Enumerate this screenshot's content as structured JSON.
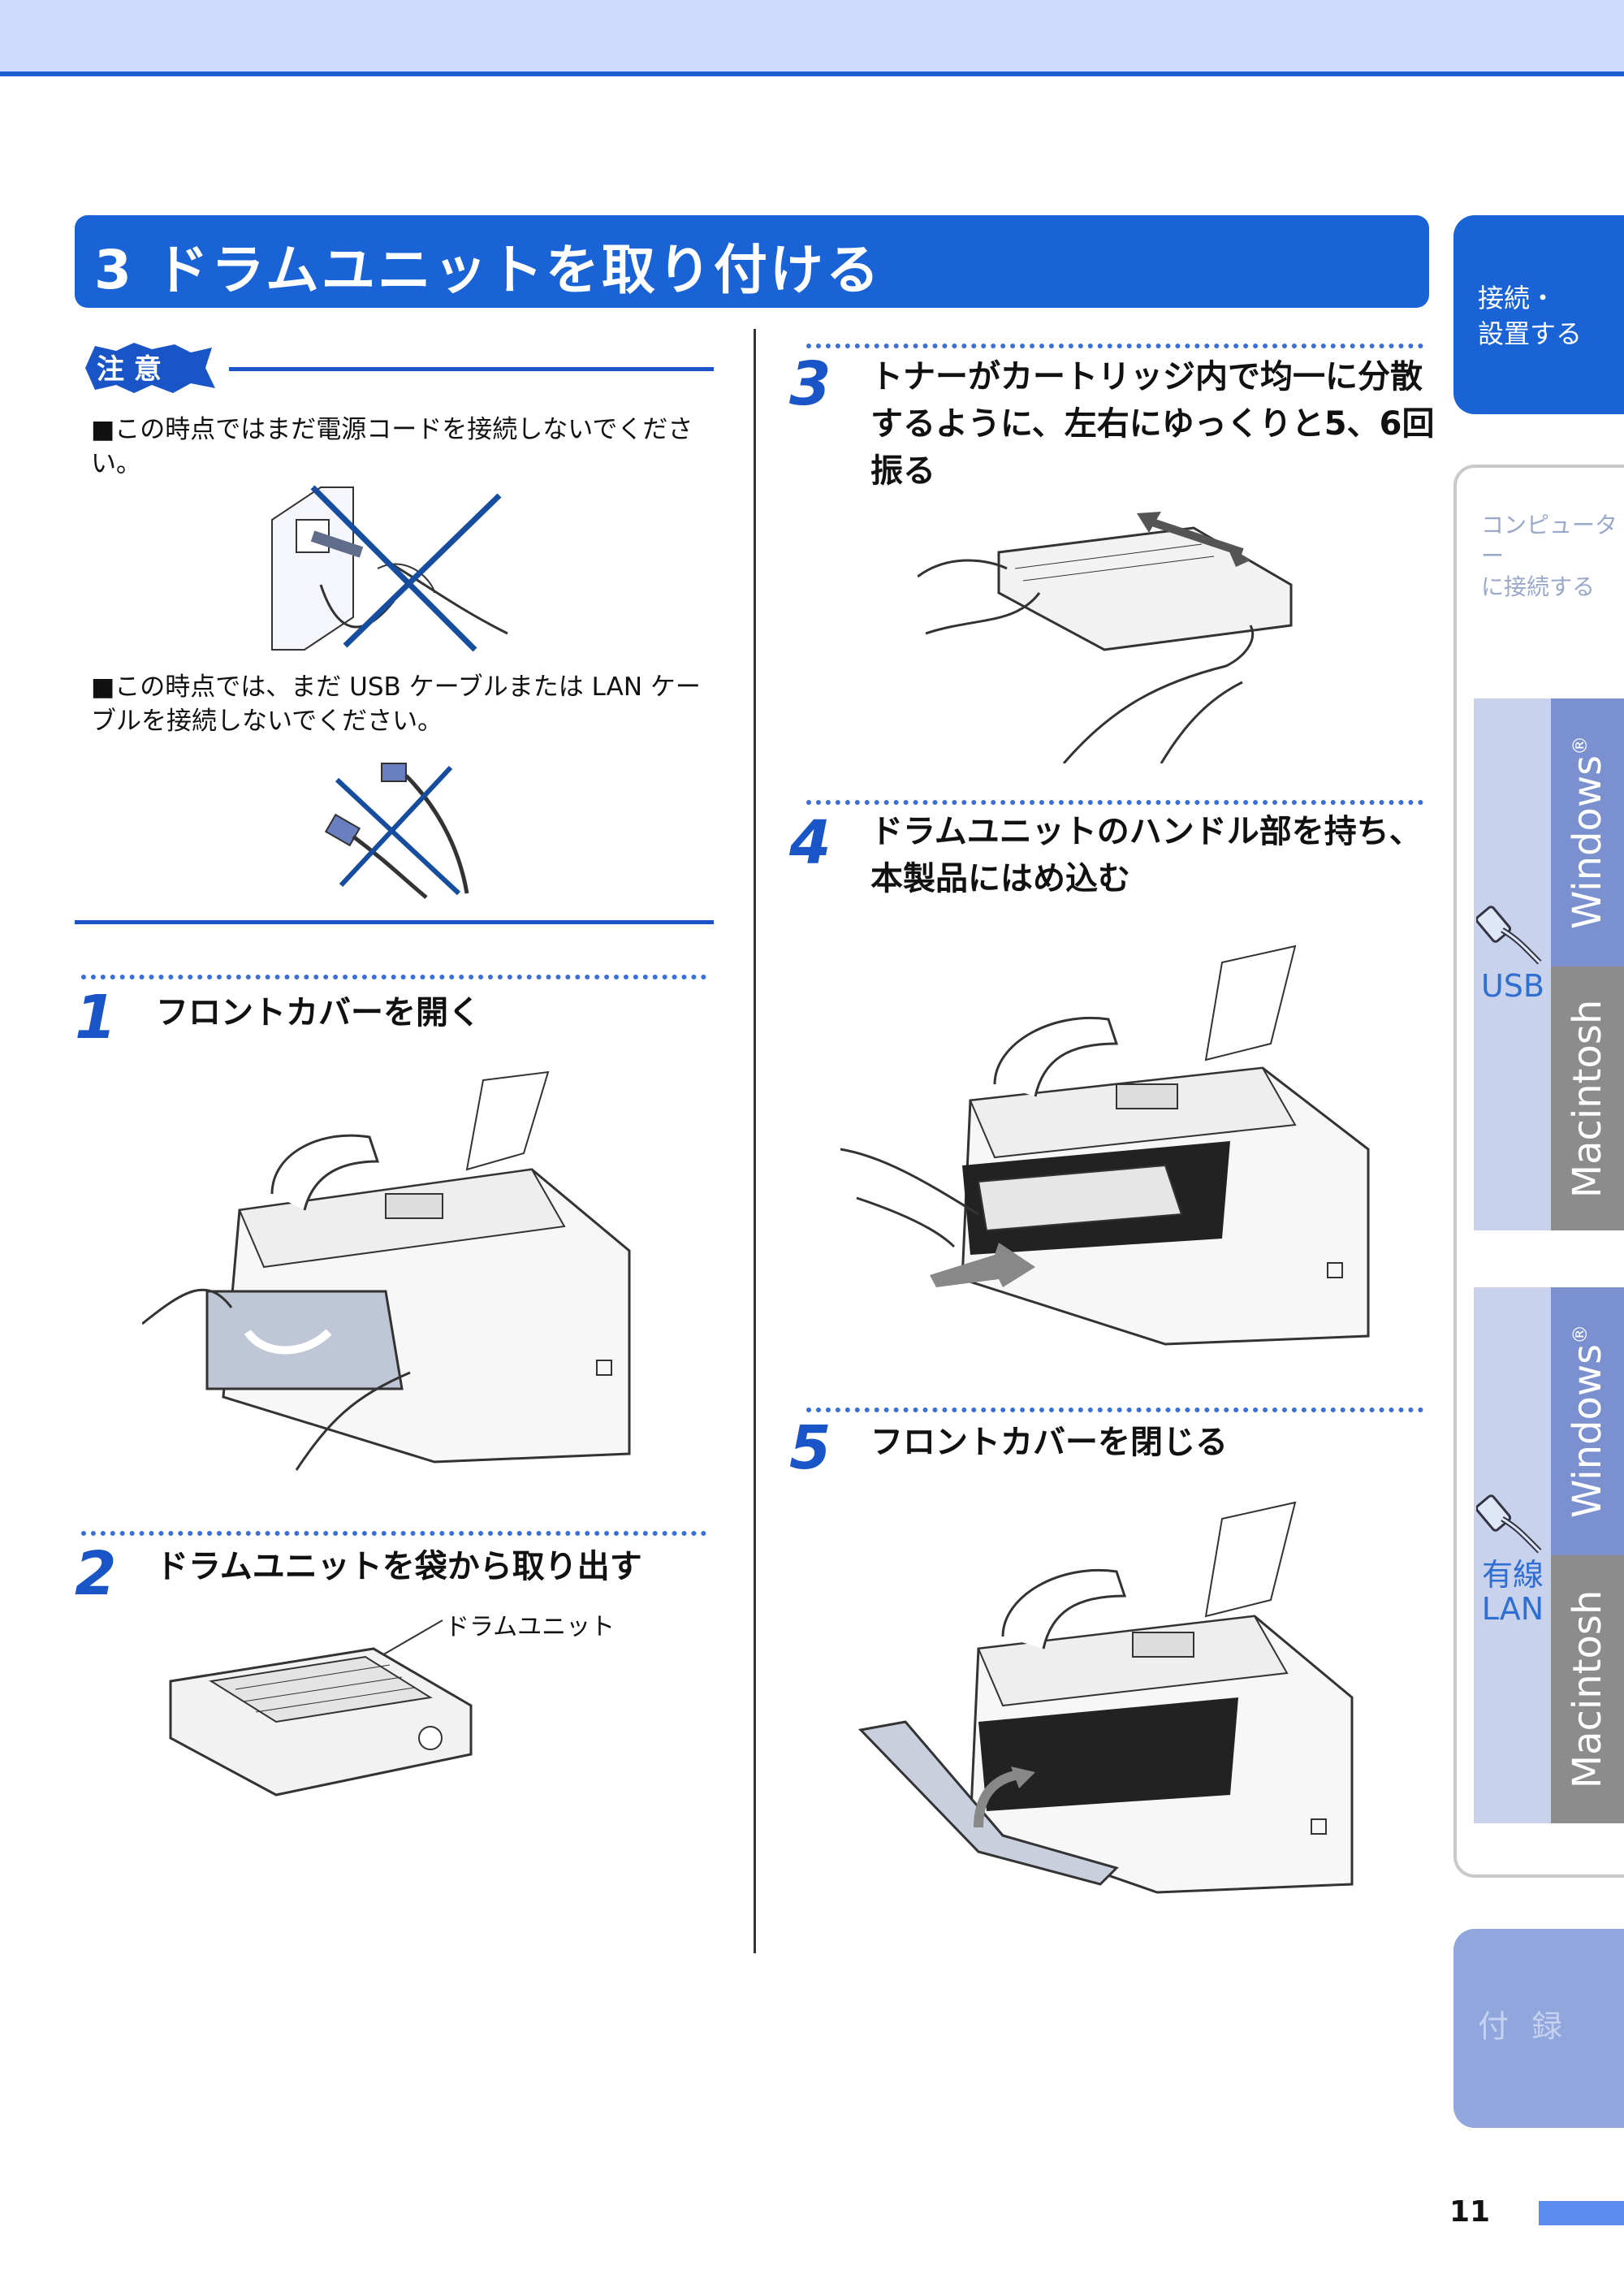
{
  "header": {
    "section_title": "3 ドラムユニットを取り付ける"
  },
  "side_tabs": {
    "connect": "接続・\n設置する",
    "computer": "コンピューター\nに接続する",
    "usb_windows": "Windows",
    "usb_mac": "Macintosh",
    "usb_label": "USB",
    "lan_windows": "Windows",
    "lan_mac": "Macintosh",
    "lan_label": "有線\nLAN",
    "appendix": "付 録",
    "registered_mark": "®"
  },
  "caution": {
    "badge": "注 意",
    "item1": "■この時点ではまだ電源コードを接続しないでください。",
    "item2": "■この時点では、まだ USB ケーブルまたは LAN ケーブルを接続しないでください。"
  },
  "steps": [
    {
      "num": "1",
      "text": "フロントカバーを開く"
    },
    {
      "num": "2",
      "text": "ドラムユニットを袋から取り出す",
      "label": "ドラムユニット"
    },
    {
      "num": "3",
      "text": "トナーがカートリッジ内で均一に分散するように、左右にゆっくりと5、6回振る"
    },
    {
      "num": "4",
      "text": "ドラムユニットのハンドル部を持ち、本製品にはめ込む"
    },
    {
      "num": "5",
      "text": "フロントカバーを閉じる"
    }
  ],
  "footer": {
    "page_number": "11"
  },
  "colors": {
    "accent": "#1963d6",
    "tab_band": "#7a90cf",
    "tab_gray": "#8c8c8c",
    "top_band": "#cddcfa"
  }
}
